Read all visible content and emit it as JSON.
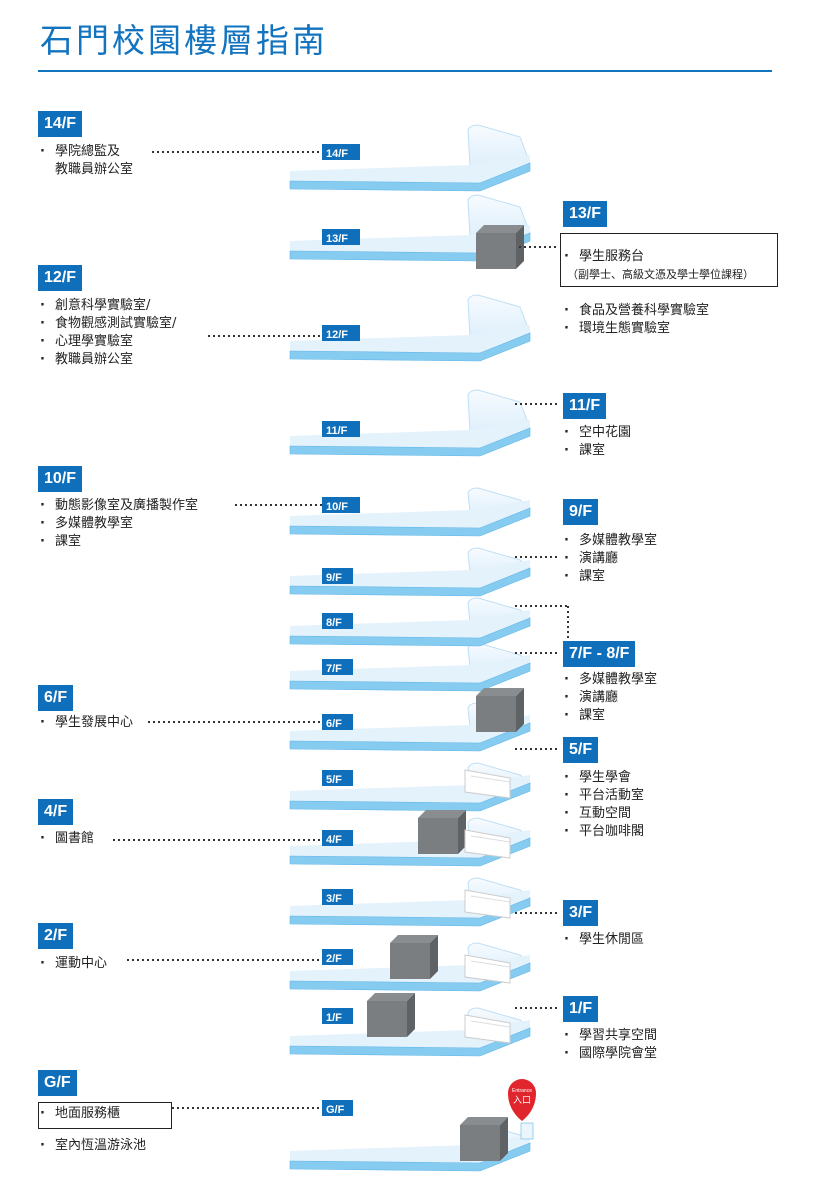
{
  "title": "石門校園樓層指南",
  "colors": {
    "accent": "#1273bf",
    "badge": "#0f6fbb",
    "pin": "#e0262c"
  },
  "map_tags": [
    "14/F",
    "13/F",
    "12/F",
    "11/F",
    "10/F",
    "9/F",
    "8/F",
    "7/F",
    "6/F",
    "5/F",
    "4/F",
    "3/F",
    "2/F",
    "1/F",
    "G/F"
  ],
  "entrance": {
    "en": "Entrance",
    "zh": "入口"
  },
  "floors": {
    "f14": {
      "label": "14/F",
      "items": [
        "學院總監及",
        "教職員辦公室"
      ]
    },
    "f13": {
      "label": "13/F",
      "items": [
        "學生服務台",
        "食品及營養科學實驗室",
        "環境生態實驗室"
      ],
      "note": "（副學士、高級文憑及學士學位課程）"
    },
    "f12": {
      "label": "12/F",
      "items": [
        "創意科學實驗室/",
        "食物觀感測試實驗室/",
        "心理學實驗室",
        "教職員辦公室"
      ]
    },
    "f11": {
      "label": "11/F",
      "items": [
        "空中花園",
        "課室"
      ]
    },
    "f10": {
      "label": "10/F",
      "items": [
        "動態影像室及廣播製作室",
        "多媒體教學室",
        "課室"
      ]
    },
    "f9": {
      "label": "9/F",
      "items": [
        "多媒體教學室",
        "演講廳",
        "課室"
      ]
    },
    "f78": {
      "label": "7/F - 8/F",
      "items": [
        "多媒體教學室",
        "演講廳",
        "課室"
      ]
    },
    "f6": {
      "label": "6/F",
      "items": [
        "學生發展中心"
      ]
    },
    "f5": {
      "label": "5/F",
      "items": [
        "學生學會",
        "平台活動室",
        "互動空間",
        "平台咖啡閣"
      ]
    },
    "f4": {
      "label": "4/F",
      "items": [
        "圖書館"
      ]
    },
    "f3": {
      "label": "3/F",
      "items": [
        "學生休閒區"
      ]
    },
    "f2": {
      "label": "2/F",
      "items": [
        "運動中心"
      ]
    },
    "f1": {
      "label": "1/F",
      "items": [
        "學習共享空間",
        "國際學院會堂"
      ]
    },
    "gf": {
      "label": "G/F",
      "items": [
        "地面服務櫃",
        "室內恆溫游泳池"
      ]
    }
  }
}
